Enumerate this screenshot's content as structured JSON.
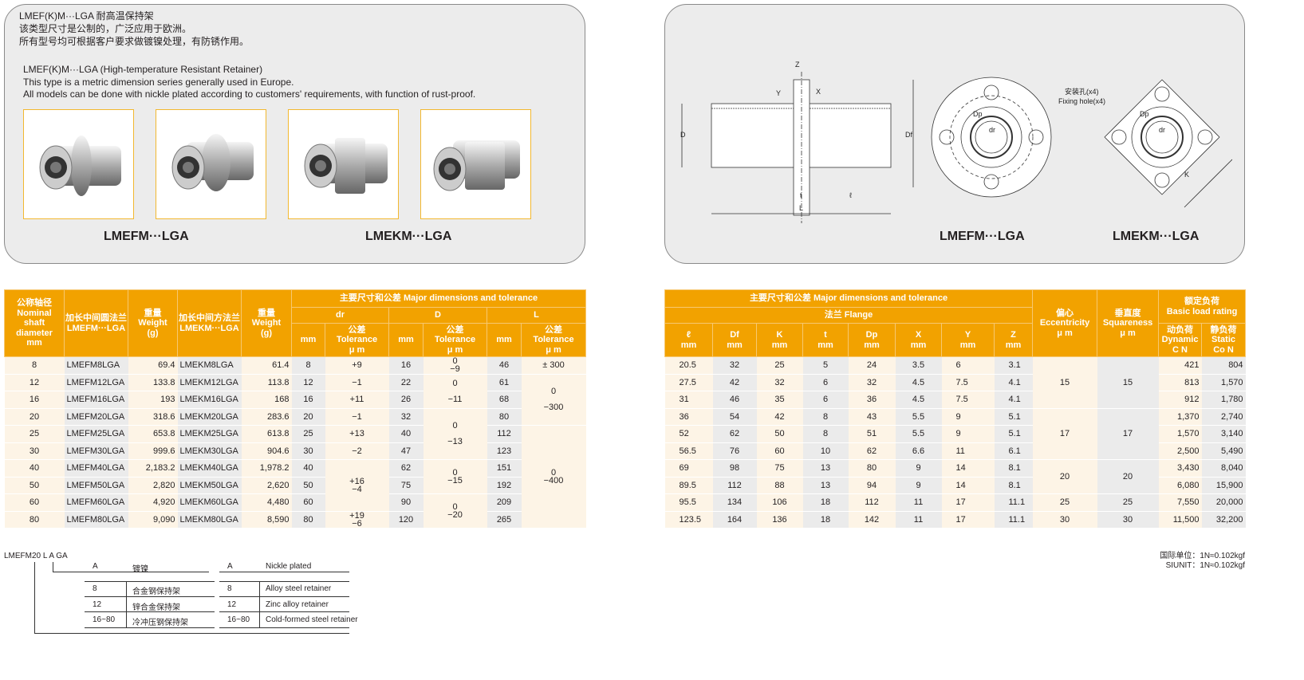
{
  "intro": {
    "cn_title": "LMEF(K)M···LGA 耐高温保持架",
    "cn_line1": "该类型尺寸是公制的，广泛应用于欧洲。",
    "cn_line2": "所有型号均可根据客户要求做镀镍处理，有防锈作用。",
    "en_title": "LMEF(K)M···LGA (High-temperature Resistant Retainer)",
    "en_line1": "This type is a metric dimension series generally used in Europe.",
    "en_line2": "All models can be done with nickle plated according to customers'  requirements, with function of rust-proof."
  },
  "captions": {
    "lmefm": "LMEFM···LGA",
    "lmekm": "LMEKM···LGA"
  },
  "diagram": {
    "z": "Z",
    "y": "Y",
    "x": "X",
    "d": "D",
    "df": "Df",
    "t": "t",
    "l_small": "ℓ",
    "l": "L",
    "dp": "Dp",
    "dr": "dr",
    "k": "K",
    "fixing_cn": "安装孔(x4)",
    "fixing_en": "Fixing hole(x4)"
  },
  "left_table": {
    "h_nominal": "公称轴径\nNominal\nshaft\ndiameter\nmm",
    "h_lmefm": "加长中间圆法兰\nLMEFM···LGA",
    "h_weight": "重量\nWeight\n(g)",
    "h_lmekm": "加长中间方法兰\nLMEKM···LGA",
    "h_major": "主要尺寸和公差  Major dimensions and tolerance",
    "h_dr": "dr",
    "h_D": "D",
    "h_L": "L",
    "h_mm": "mm",
    "h_tol": "公差\nTolerance\nμ m",
    "rows": [
      [
        "8",
        "LMEFM8LGA",
        "69.4",
        "LMEKM8LGA",
        "61.4",
        "8",
        "16",
        "46"
      ],
      [
        "12",
        "LMEFM12LGA",
        "133.8",
        "LMEKM12LGA",
        "113.8",
        "12",
        "22",
        "61"
      ],
      [
        "16",
        "LMEFM16LGA",
        "193",
        "LMEKM16LGA",
        "168",
        "16",
        "26",
        "68"
      ],
      [
        "20",
        "LMEFM20LGA",
        "318.6",
        "LMEKM20LGA",
        "283.6",
        "20",
        "32",
        "80"
      ],
      [
        "25",
        "LMEFM25LGA",
        "653.8",
        "LMEKM25LGA",
        "613.8",
        "25",
        "40",
        "112"
      ],
      [
        "30",
        "LMEFM30LGA",
        "999.6",
        "LMEKM30LGA",
        "904.6",
        "30",
        "47",
        "123"
      ],
      [
        "40",
        "LMEFM40LGA",
        "2,183.2",
        "LMEKM40LGA",
        "1,978.2",
        "40",
        "62",
        "151"
      ],
      [
        "50",
        "LMEFM50LGA",
        "2,820",
        "LMEKM50LGA",
        "2,620",
        "50",
        "75",
        "192"
      ],
      [
        "60",
        "LMEFM60LGA",
        "4,920",
        "LMEKM60LGA",
        "4,480",
        "60",
        "90",
        "209"
      ],
      [
        "80",
        "LMEFM80LGA",
        "9,090",
        "LMEKM80LGA",
        "8,590",
        "80",
        "120",
        "265"
      ]
    ],
    "dr_tol": [
      {
        "v": "+9",
        "span": 1
      },
      {
        "v": "−1",
        "span": 1
      },
      {
        "v": "+11",
        "span": 1
      },
      {
        "v": "−1",
        "span": 1
      },
      {
        "v": "+13",
        "span": 1
      },
      {
        "v": "−2",
        "span": 1
      },
      {
        "v": "+16\n−4",
        "span": 3
      },
      {
        "v": "+19\n−6",
        "span": 1
      }
    ],
    "D_tol": [
      {
        "v": "0\n−9",
        "span": 1
      },
      {
        "v": "0\n\n−11",
        "span": 2
      },
      {
        "v": "0\n\n−13",
        "span": 3
      },
      {
        "v": "0\n−15",
        "span": 2
      },
      {
        "v": "0\n−20",
        "span": 2
      }
    ],
    "L_tol": [
      {
        "v": "± 300",
        "span": 1
      },
      {
        "v": "0\n\n−300",
        "span": 3
      },
      {
        "v": "0\n−400",
        "span": 6
      }
    ]
  },
  "right_table": {
    "h_major": "主要尺寸和公差  Major dimensions and tolerance",
    "h_flange": "法兰   Flange",
    "h_cols": [
      "ℓ\nmm",
      "Df\nmm",
      "K\nmm",
      "t\nmm",
      "Dp\nmm",
      "X\nmm",
      "Y\nmm",
      "Z\nmm"
    ],
    "h_ecc": "偏心\nEccentricity\nμ m",
    "h_sq": "垂直度\nSquareness\nμ m",
    "h_load": "额定负荷\nBasic load rating",
    "h_dyn": "动负荷\nDynamic\nC N",
    "h_static": "静负荷\nStatic\nCo N",
    "rows": [
      [
        "20.5",
        "32",
        "25",
        "5",
        "24",
        "3.5",
        "6",
        "3.1"
      ],
      [
        "27.5",
        "42",
        "32",
        "6",
        "32",
        "4.5",
        "7.5",
        "4.1"
      ],
      [
        "31",
        "46",
        "35",
        "6",
        "36",
        "4.5",
        "7.5",
        "4.1"
      ],
      [
        "36",
        "54",
        "42",
        "8",
        "43",
        "5.5",
        "9",
        "5.1"
      ],
      [
        "52",
        "62",
        "50",
        "8",
        "51",
        "5.5",
        "9",
        "5.1"
      ],
      [
        "56.5",
        "76",
        "60",
        "10",
        "62",
        "6.6",
        "11",
        "6.1"
      ],
      [
        "69",
        "98",
        "75",
        "13",
        "80",
        "9",
        "14",
        "8.1"
      ],
      [
        "89.5",
        "112",
        "88",
        "13",
        "94",
        "9",
        "14",
        "8.1"
      ],
      [
        "95.5",
        "134",
        "106",
        "18",
        "112",
        "11",
        "17",
        "11.1"
      ],
      [
        "123.5",
        "164",
        "136",
        "18",
        "142",
        "11",
        "17",
        "11.1"
      ]
    ],
    "ecc": [
      {
        "v": "15",
        "span": 3
      },
      {
        "v": "17",
        "span": 3
      },
      {
        "v": "20",
        "span": 2
      },
      {
        "v": "25",
        "span": 1
      },
      {
        "v": "30",
        "span": 1
      }
    ],
    "sq": [
      {
        "v": "15",
        "span": 3
      },
      {
        "v": "17",
        "span": 3
      },
      {
        "v": "20",
        "span": 2
      },
      {
        "v": "25",
        "span": 1
      },
      {
        "v": "30",
        "span": 1
      }
    ],
    "load": [
      [
        "421",
        "804"
      ],
      [
        "813",
        "1,570"
      ],
      [
        "912",
        "1,780"
      ],
      [
        "1,370",
        "2,740"
      ],
      [
        "1,570",
        "3,140"
      ],
      [
        "2,500",
        "5,490"
      ],
      [
        "3,430",
        "8,040"
      ],
      [
        "6,080",
        "15,900"
      ],
      [
        "7,550",
        "20,000"
      ],
      [
        "11,500",
        "32,200"
      ]
    ]
  },
  "legend": {
    "code": "LMEFM20  L  A  GA",
    "cn": [
      [
        "A",
        "镀镍"
      ],
      [
        "8",
        "合金钢保持架"
      ],
      [
        "12",
        "锌合金保持架"
      ],
      [
        "16~80",
        "冷冲压钢保持架"
      ]
    ],
    "en": [
      [
        "A",
        "Nickle plated"
      ],
      [
        "8",
        "Alloy steel retainer"
      ],
      [
        "12",
        "Zinc alloy retainer"
      ],
      [
        "16~80",
        "Cold-formed steel retainer"
      ]
    ]
  },
  "units": {
    "cn": "国际单位：1N≈0.102kgf",
    "en": "SIUNIT：1N≈0.102kgf"
  },
  "colors": {
    "header": "#f2a200",
    "cream": "#fdf4e6",
    "gray": "#ebebeb"
  }
}
